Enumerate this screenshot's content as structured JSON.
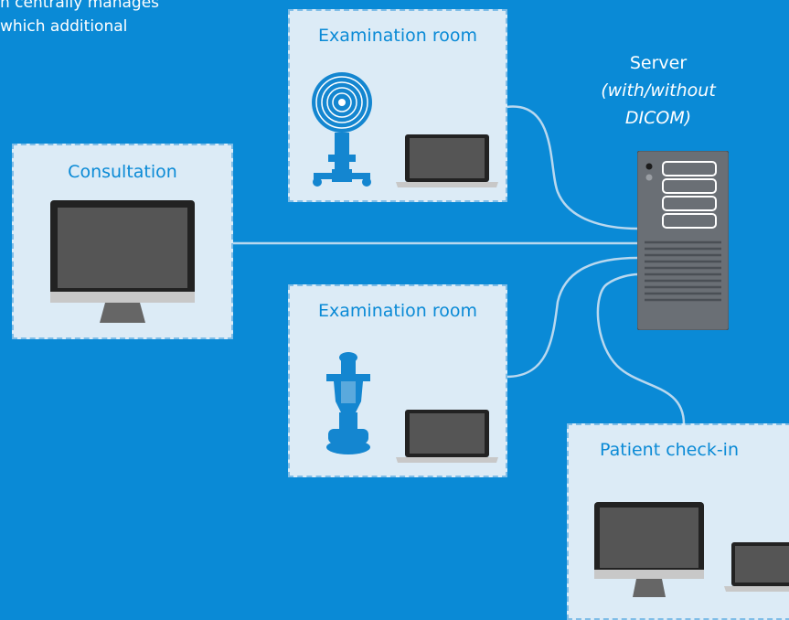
{
  "intro": {
    "line1": "n centrally manages",
    "line2": "which additional"
  },
  "colors": {
    "background": "#0a8ad6",
    "box_fill": "#dcebf6",
    "box_border": "#7fbde7",
    "title_text": "#0a8ad6",
    "connector": "#b9d8ef",
    "screen": "#555555",
    "device_blue": "#1486d0"
  },
  "nodes": {
    "consultation": {
      "label": "Consultation",
      "icon": "desktop-monitor-icon"
    },
    "exam_room_1": {
      "label": "Examination room",
      "icons": [
        "tonometer-device-icon",
        "laptop-icon"
      ]
    },
    "exam_room_2": {
      "label": "Examination room",
      "icons": [
        "lens-meter-device-icon",
        "laptop-icon"
      ]
    },
    "patient_checkin": {
      "label": "Patient check-in",
      "icons": [
        "desktop-monitor-icon",
        "laptop-icon"
      ]
    },
    "server": {
      "label": "Server",
      "sublabel_line1": "(with/without",
      "sublabel_line2": "DICOM)",
      "icon": "server-tower-icon"
    }
  }
}
